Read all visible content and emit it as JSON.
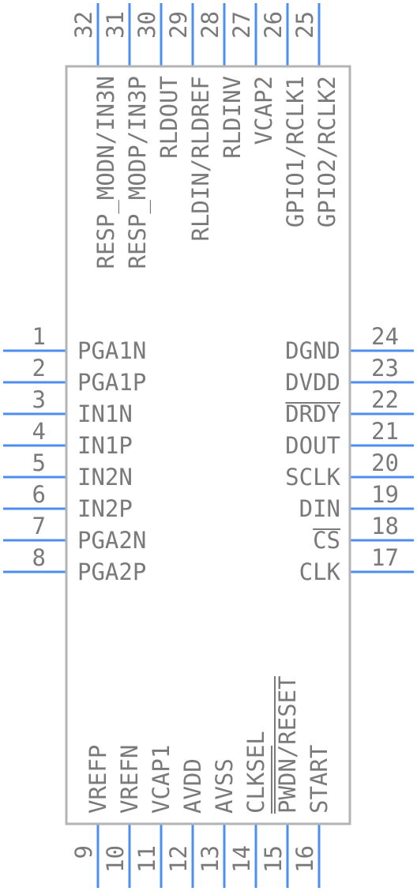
{
  "component": {
    "pins_left": [
      {
        "num": "1",
        "name": "PGA1N"
      },
      {
        "num": "2",
        "name": "PGA1P"
      },
      {
        "num": "3",
        "name": "IN1N"
      },
      {
        "num": "4",
        "name": "IN1P"
      },
      {
        "num": "5",
        "name": "IN2N"
      },
      {
        "num": "6",
        "name": "IN2P"
      },
      {
        "num": "7",
        "name": "PGA2N"
      },
      {
        "num": "8",
        "name": "PGA2P"
      }
    ],
    "pins_right": [
      {
        "num": "24",
        "name": "DGND"
      },
      {
        "num": "23",
        "name": "DVDD"
      },
      {
        "num": "22",
        "name": "DRDY",
        "overbar": true
      },
      {
        "num": "21",
        "name": "DOUT"
      },
      {
        "num": "20",
        "name": "SCLK"
      },
      {
        "num": "19",
        "name": "DIN"
      },
      {
        "num": "18",
        "name": "CS",
        "overbar": true
      },
      {
        "num": "17",
        "name": "CLK"
      }
    ],
    "pins_bottom": [
      {
        "num": "9",
        "name": "VREFP"
      },
      {
        "num": "10",
        "name": "VREFN"
      },
      {
        "num": "11",
        "name": "VCAP1"
      },
      {
        "num": "12",
        "name": "AVDD"
      },
      {
        "num": "13",
        "name": "AVSS"
      },
      {
        "num": "14",
        "name": "CLKSEL"
      },
      {
        "num": "15",
        "name": "PWDN/RESET",
        "overbar": true
      },
      {
        "num": "16",
        "name": "START"
      }
    ],
    "pins_top": [
      {
        "num": "32",
        "name": "RESP_MODN/IN3N"
      },
      {
        "num": "31",
        "name": "RESP_MODP/IN3P"
      },
      {
        "num": "30",
        "name": "RLDOUT"
      },
      {
        "num": "29",
        "name": "RLDIN/RLDREF"
      },
      {
        "num": "28",
        "name": "RLDINV"
      },
      {
        "num": "27",
        "name": "VCAP2"
      },
      {
        "num": "26",
        "name": "GPIO1/RCLK1"
      },
      {
        "num": "25",
        "name": "GPIO2/RCLK2"
      }
    ],
    "colors": {
      "pin": "#4d8ff0",
      "outline": "#b4b4b4",
      "text": "#7a7a7a"
    }
  }
}
